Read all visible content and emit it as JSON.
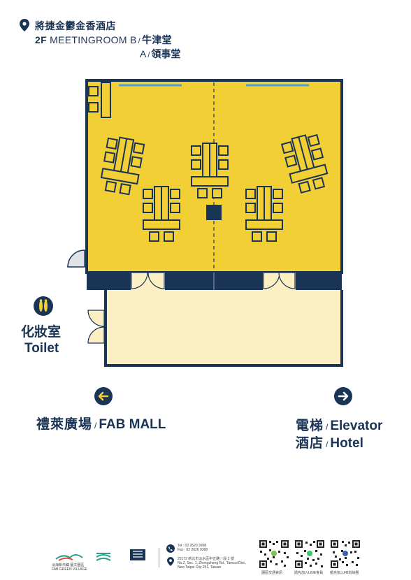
{
  "header": {
    "hotel_name": "將捷金鬱金香酒店",
    "floor": "2F",
    "room_b": "MEETINGROOM B",
    "room_b_name": "牛津堂",
    "room_a": "A",
    "room_a_name": "領事堂",
    "separator": "/"
  },
  "toilet": {
    "cn": "化妝室",
    "en": "Toilet"
  },
  "directions": {
    "left": {
      "cn": "禮萊廣場",
      "en": "FAB MALL"
    },
    "right_1": {
      "cn": "電梯",
      "en": "Elevator"
    },
    "right_2": {
      "cn": "酒店",
      "en": "Hotel"
    }
  },
  "footer": {
    "tel": "Tel : 02 2620 3968",
    "fax": "Fax : 02 2626 9368",
    "address_cn": "25172 新北市淡水區中正路一段 2 號",
    "address_en_1": "No.2, Sec. 1, Zhongzheng Rd., Tamsui Dist.,",
    "address_en_2": "New Taipei City 251, Taiwan",
    "qr_labels": [
      "園區交通資訊",
      "搶先加入LINE會員",
      "搶先加入FB粉絲團"
    ],
    "logo_captions": [
      "淡海新市鎮 藝文園區",
      "FAB GREEN VILLAGE"
    ]
  },
  "colors": {
    "navy": "#1a3456",
    "meeting_yellow": "#f3cf36",
    "corridor_cream": "#fcefc4",
    "screen_blue": "#4aa3d8"
  }
}
